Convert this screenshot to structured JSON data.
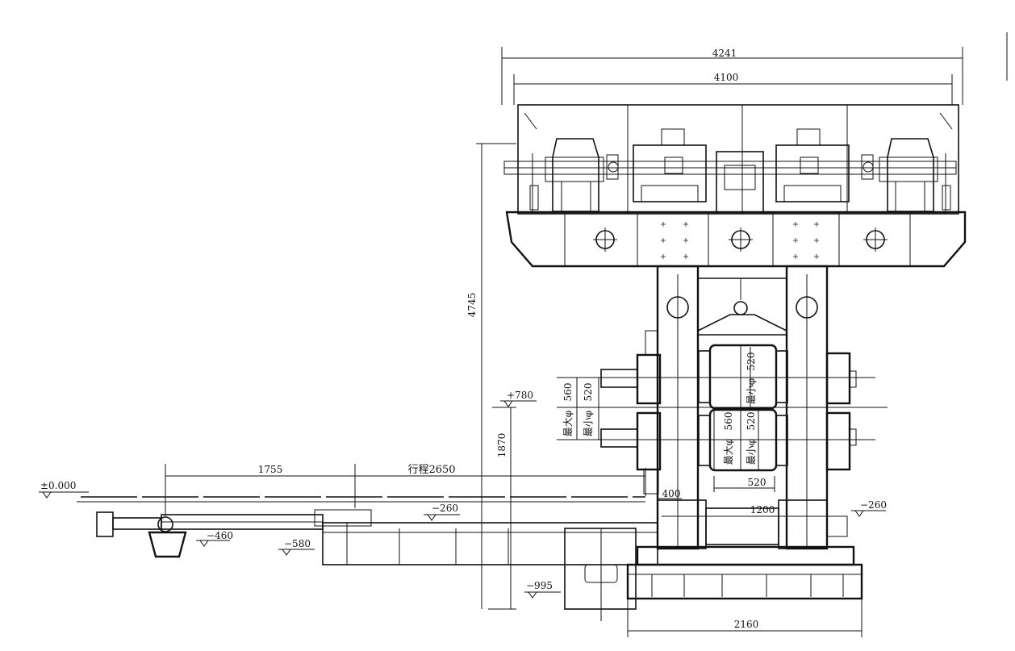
{
  "dimensions": {
    "top_overall": "4241",
    "top_inner": "4100",
    "height_total": "4745",
    "height_lower": "1870",
    "travel_left": "1755",
    "travel_stroke": "行程2650",
    "roll_gap_400": "400",
    "width_1200": "1200",
    "width_520": "520",
    "base_width": "2160"
  },
  "levels": {
    "zero": "±0.000",
    "plus_780": "+780",
    "minus_260_a": "−260",
    "minus_260_b": "−260",
    "minus_460": "−460",
    "minus_580": "−580",
    "minus_995": "−995"
  },
  "roll_labels": {
    "left_max_top": "最大φ",
    "left_560_top": "560",
    "left_min_top": "最小φ",
    "left_520_top": "520",
    "center_520_upper": "520",
    "center_min_upper": "最小φ",
    "center_560_mid": "560",
    "center_max_mid": "最大φ",
    "center_520_lower": "520",
    "center_min_lower": "最小φ"
  }
}
